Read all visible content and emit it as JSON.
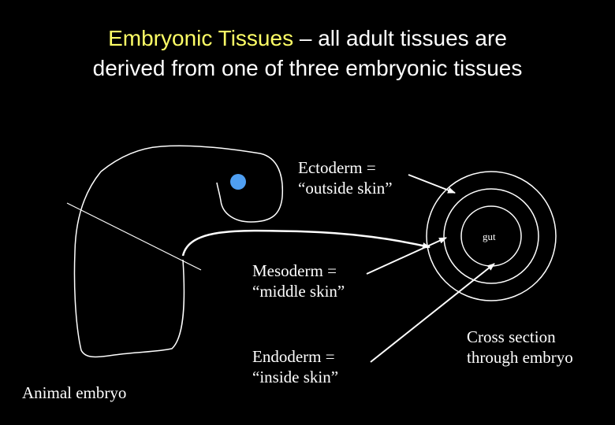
{
  "title": {
    "highlight": "Embryonic Tissues",
    "rest_line1": " – all adult tissues are",
    "line2": "derived from one of three embryonic tissues"
  },
  "labels": {
    "ectoderm_line1": "Ectoderm =",
    "ectoderm_line2": "“outside skin”",
    "mesoderm_line1": "Mesoderm =",
    "mesoderm_line2": "“middle skin”",
    "endoderm_line1": "Endoderm =",
    "endoderm_line2": "“inside skin”",
    "gut": "gut",
    "cross_section_line1": "Cross section",
    "cross_section_line2": "through embryo",
    "animal_embryo": "Animal embryo"
  },
  "colors": {
    "background": "#000000",
    "title_highlight": "#ffff66",
    "eye": "#4f9ff2",
    "stroke": "#ffffff"
  }
}
